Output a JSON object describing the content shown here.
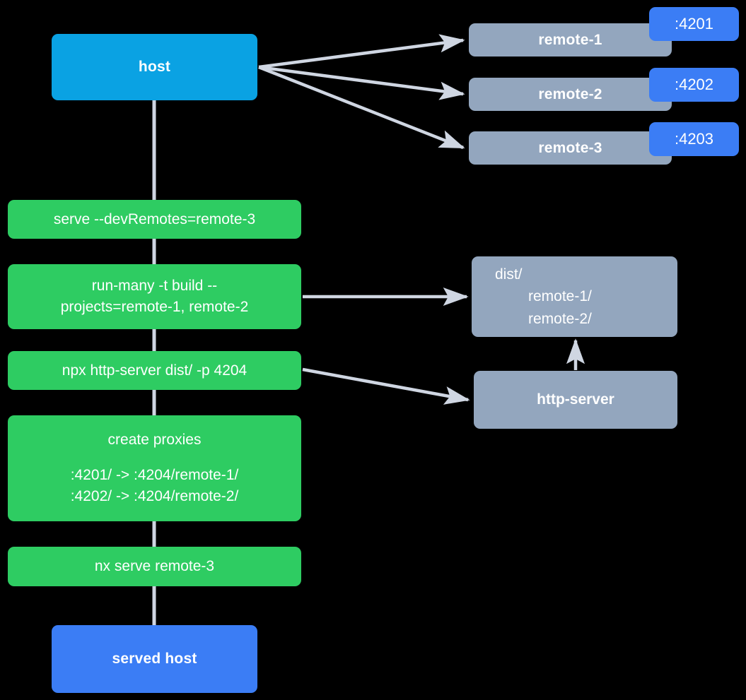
{
  "diagram": {
    "title": "host and remotes dev-serve flow",
    "background_color": "#000000",
    "edge_color": "#cfd6e2",
    "colors": {
      "host_blue": "#0aa2e3",
      "served_host_blue": "#3b7df5",
      "remote_gray": "#93a6be",
      "command_green": "#2ecc62",
      "port_badge_blue": "#3b7df5",
      "text_white": "#ffffff"
    }
  },
  "nodes": {
    "host": {
      "label": "host"
    },
    "served_host": {
      "label": "served host"
    },
    "remotes": [
      {
        "label": "remote-1",
        "port": ":4201"
      },
      {
        "label": "remote-2",
        "port": ":4202"
      },
      {
        "label": "remote-3",
        "port": ":4203"
      }
    ],
    "commands": [
      {
        "id": "serve-devremotes",
        "lines": [
          "serve --devRemotes=remote-3"
        ]
      },
      {
        "id": "run-many-build",
        "lines": [
          "run-many -t build --",
          "projects=remote-1, remote-2"
        ]
      },
      {
        "id": "npx-http-server",
        "lines": [
          "npx http-server dist/ -p 4204"
        ]
      },
      {
        "id": "create-proxies",
        "lines": [
          "create proxies",
          ":4201/ -> :4204/remote-1/",
          ":4202/ -> :4204/remote-2/"
        ]
      },
      {
        "id": "nx-serve-remote-3",
        "lines": [
          "nx serve remote-3"
        ]
      }
    ],
    "dist": {
      "id": "dist-folder",
      "root": "dist/",
      "children": [
        "remote-1/",
        "remote-2/"
      ]
    },
    "http_server": {
      "label": "http-server"
    }
  },
  "edges": [
    {
      "from": "host",
      "to": "remote-1"
    },
    {
      "from": "host",
      "to": "remote-2"
    },
    {
      "from": "host",
      "to": "remote-3"
    },
    {
      "from": "run-many-build",
      "to": "dist-folder"
    },
    {
      "from": "npx-http-server",
      "to": "http-server"
    },
    {
      "from": "http-server",
      "to": "dist-folder"
    },
    {
      "from": "host",
      "to": "served-host-chain"
    }
  ]
}
